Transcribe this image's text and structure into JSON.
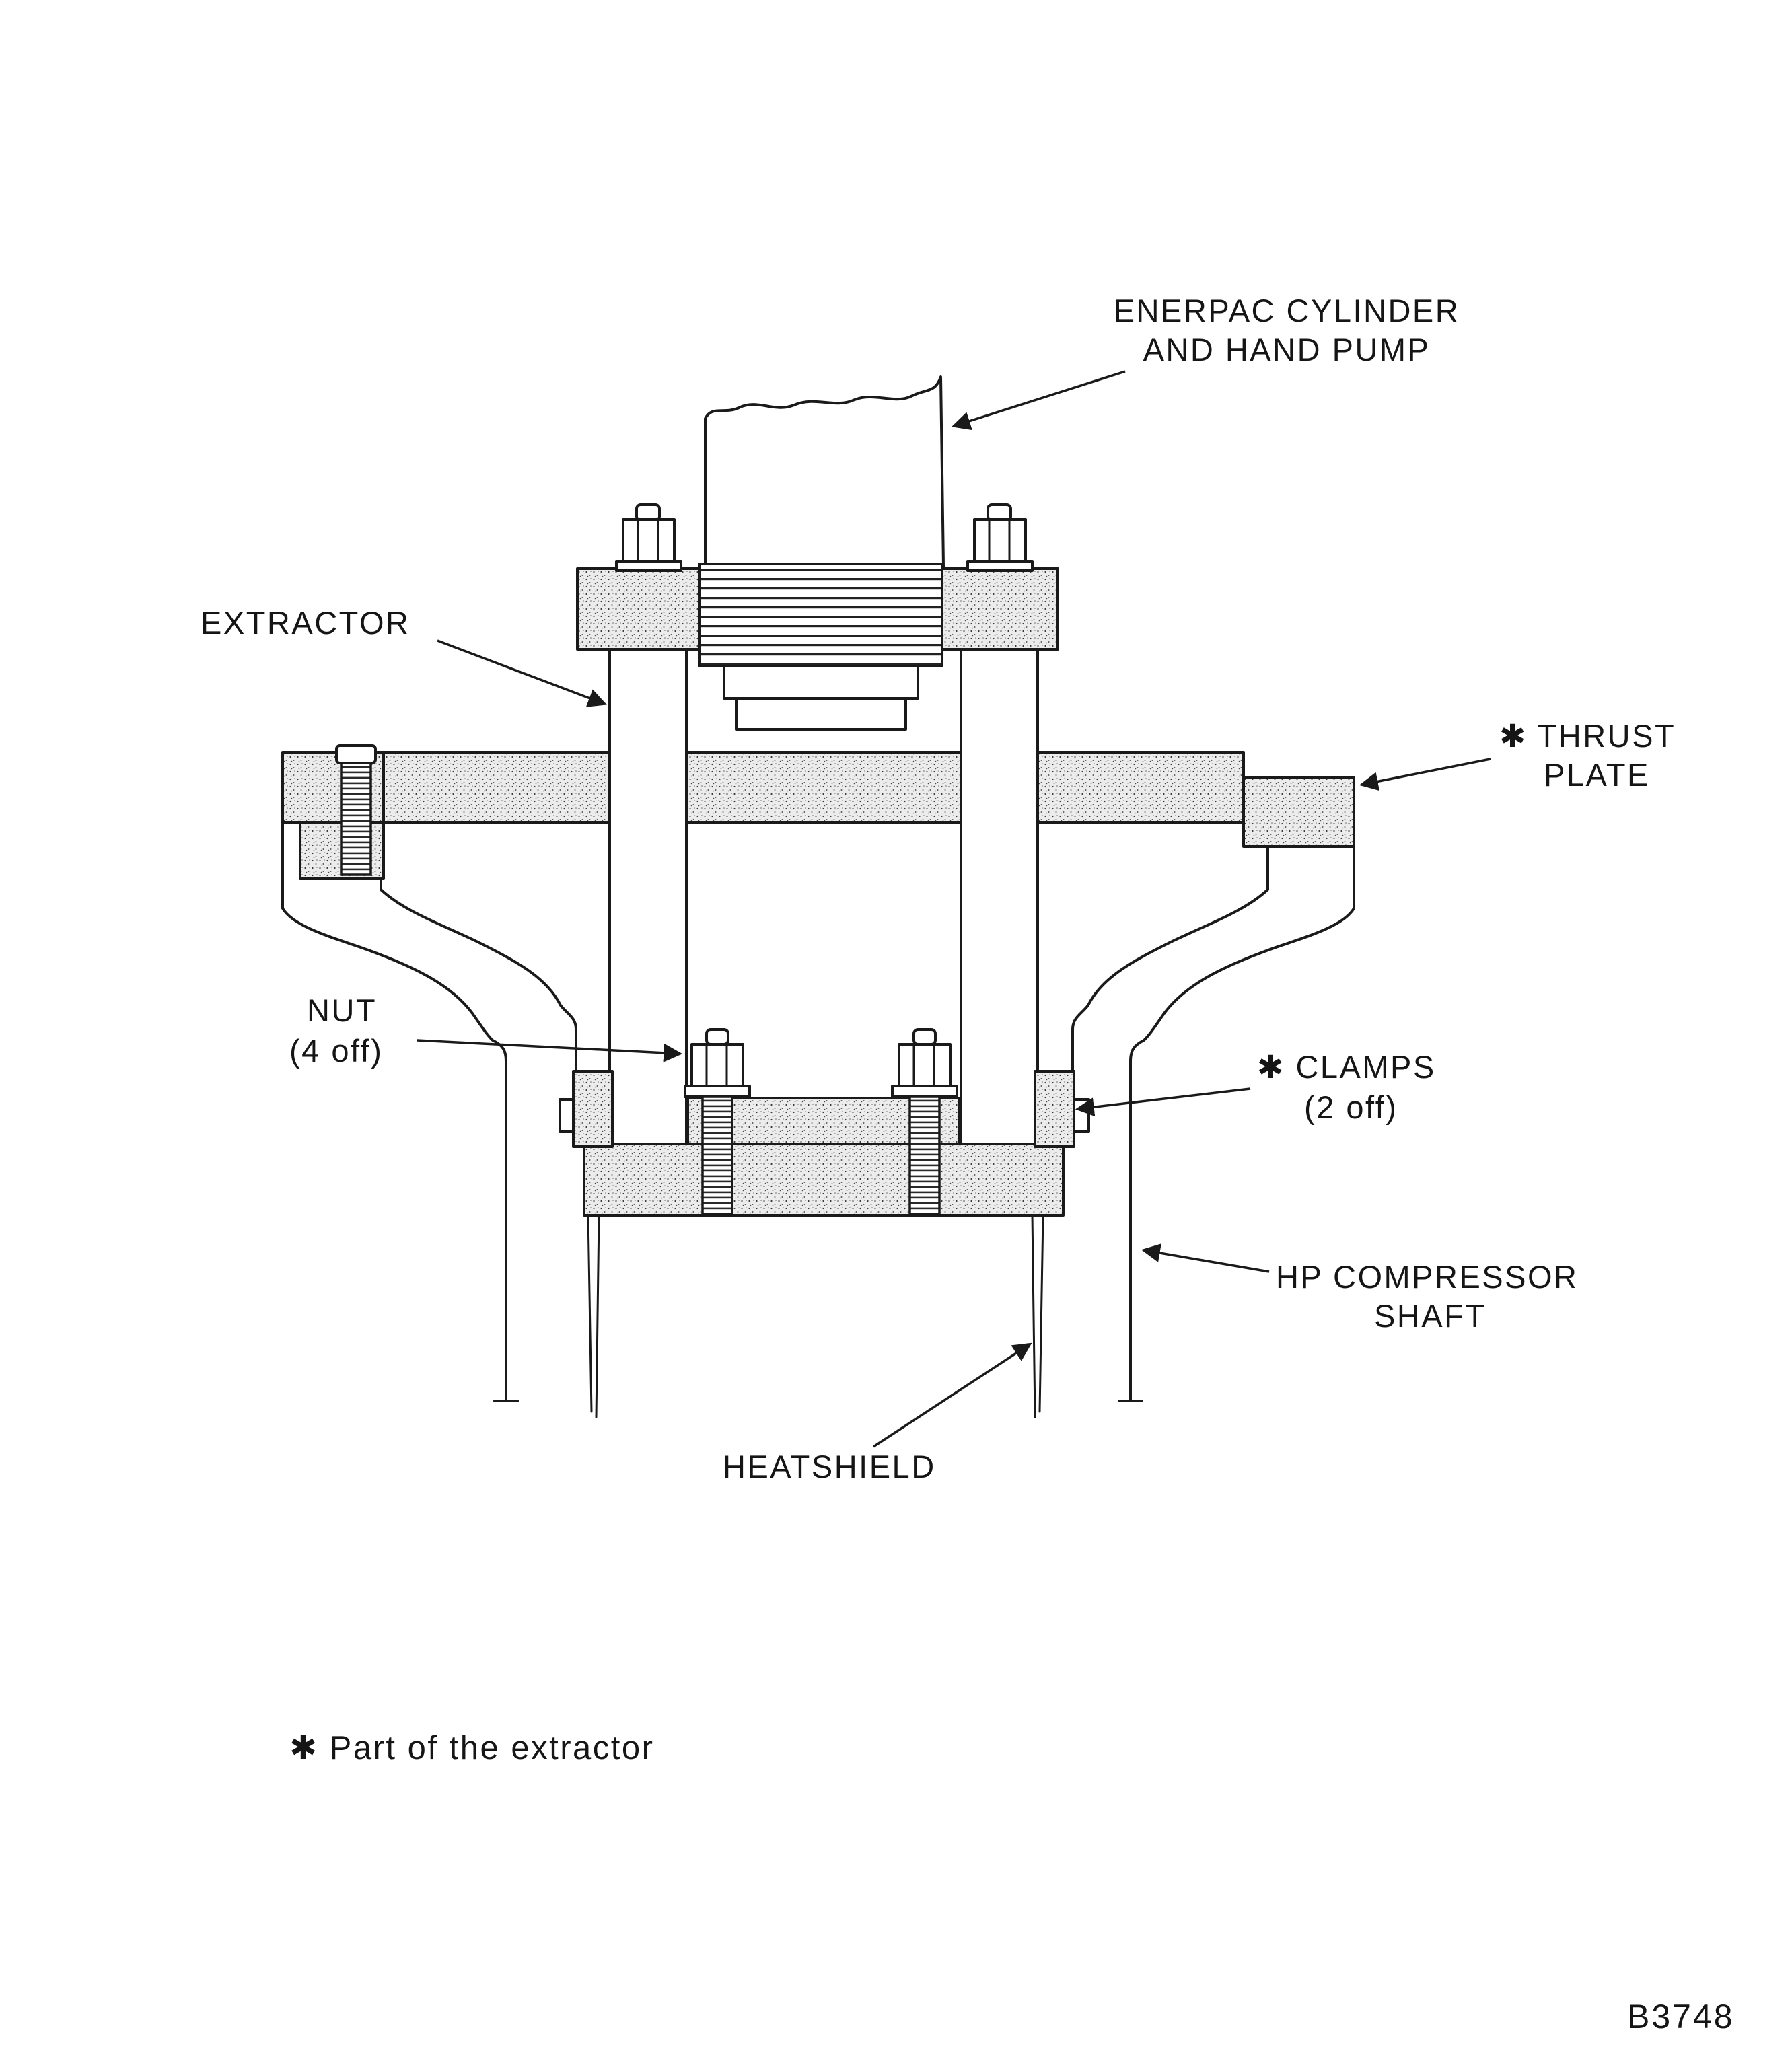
{
  "figure": {
    "drawing_number": "B3748",
    "footnote": "✱ Part of the extractor",
    "labels": {
      "enerpac": {
        "line1": "ENERPAC CYLINDER",
        "line2": "AND HAND PUMP"
      },
      "extractor": {
        "line1": "EXTRACTOR"
      },
      "thrust_plate": {
        "line1": "✱ THRUST",
        "line2": "PLATE"
      },
      "nut": {
        "line1": "NUT",
        "line2": "(4 off)"
      },
      "clamps": {
        "line1": "✱ CLAMPS",
        "line2": "(2 off)"
      },
      "hp_compressor_shaft": {
        "line1": "HP COMPRESSOR",
        "line2": "SHAFT"
      },
      "heatshield": {
        "line1": "HEATSHIELD"
      }
    },
    "colors": {
      "ink": "#1a1a1a",
      "paper": "#ffffff"
    }
  }
}
